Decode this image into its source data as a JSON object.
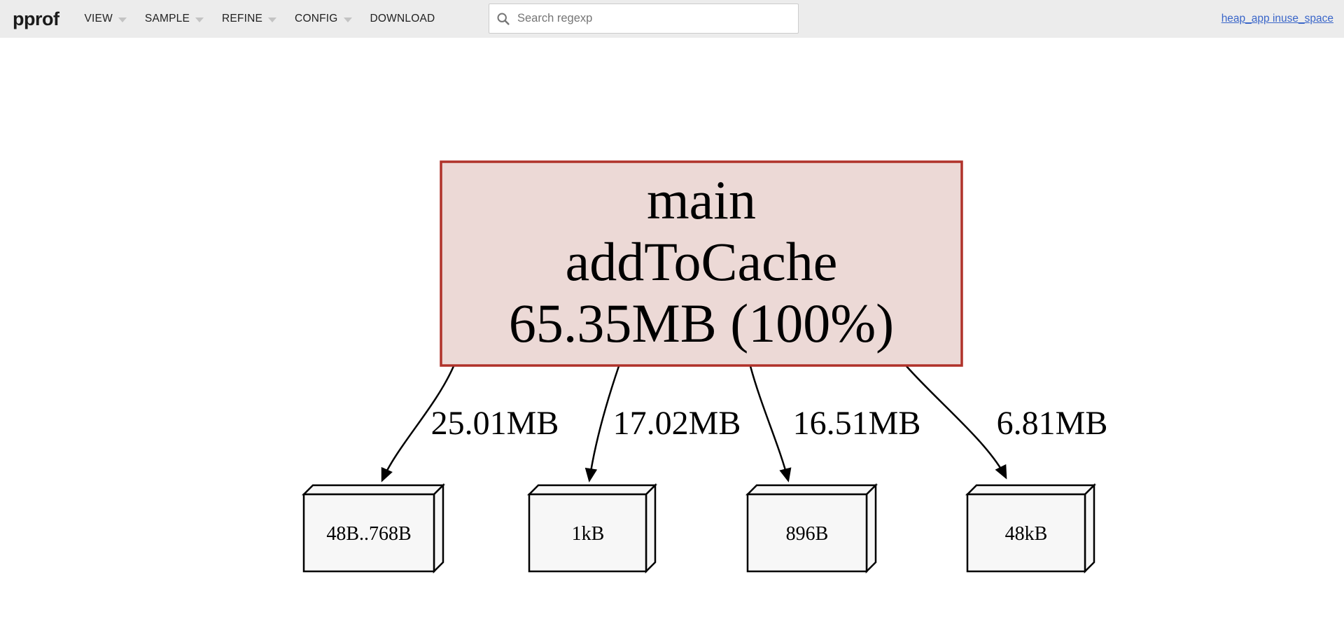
{
  "header": {
    "logo": "pprof",
    "menus": [
      {
        "label": "VIEW",
        "has_dropdown": true
      },
      {
        "label": "SAMPLE",
        "has_dropdown": true
      },
      {
        "label": "REFINE",
        "has_dropdown": true
      },
      {
        "label": "CONFIG",
        "has_dropdown": true
      },
      {
        "label": "DOWNLOAD",
        "has_dropdown": false
      }
    ],
    "search": {
      "placeholder": "Search regexp",
      "value": ""
    },
    "profile_link": "heap_app inuse_space"
  },
  "colors": {
    "header_bg": "#ececec",
    "link_blue": "#3a66c9",
    "root_node_border": "#b0322a",
    "root_node_fill": "#ecd9d6",
    "leaf_node_fill": "#f7f7f7",
    "leaf_node_border": "#000000",
    "edge_color": "#000000"
  },
  "graph": {
    "root_node": {
      "line1": "main",
      "line2": "addToCache",
      "line3": "65.35MB (100%)"
    },
    "edges": [
      {
        "label": "25.01MB",
        "to": "48B..768B"
      },
      {
        "label": "17.02MB",
        "to": "1kB"
      },
      {
        "label": "16.51MB",
        "to": "896B"
      },
      {
        "label": "6.81MB",
        "to": "48kB"
      }
    ],
    "leaf_nodes": [
      {
        "label": "48B..768B"
      },
      {
        "label": "1kB"
      },
      {
        "label": "896B"
      },
      {
        "label": "48kB"
      }
    ]
  }
}
